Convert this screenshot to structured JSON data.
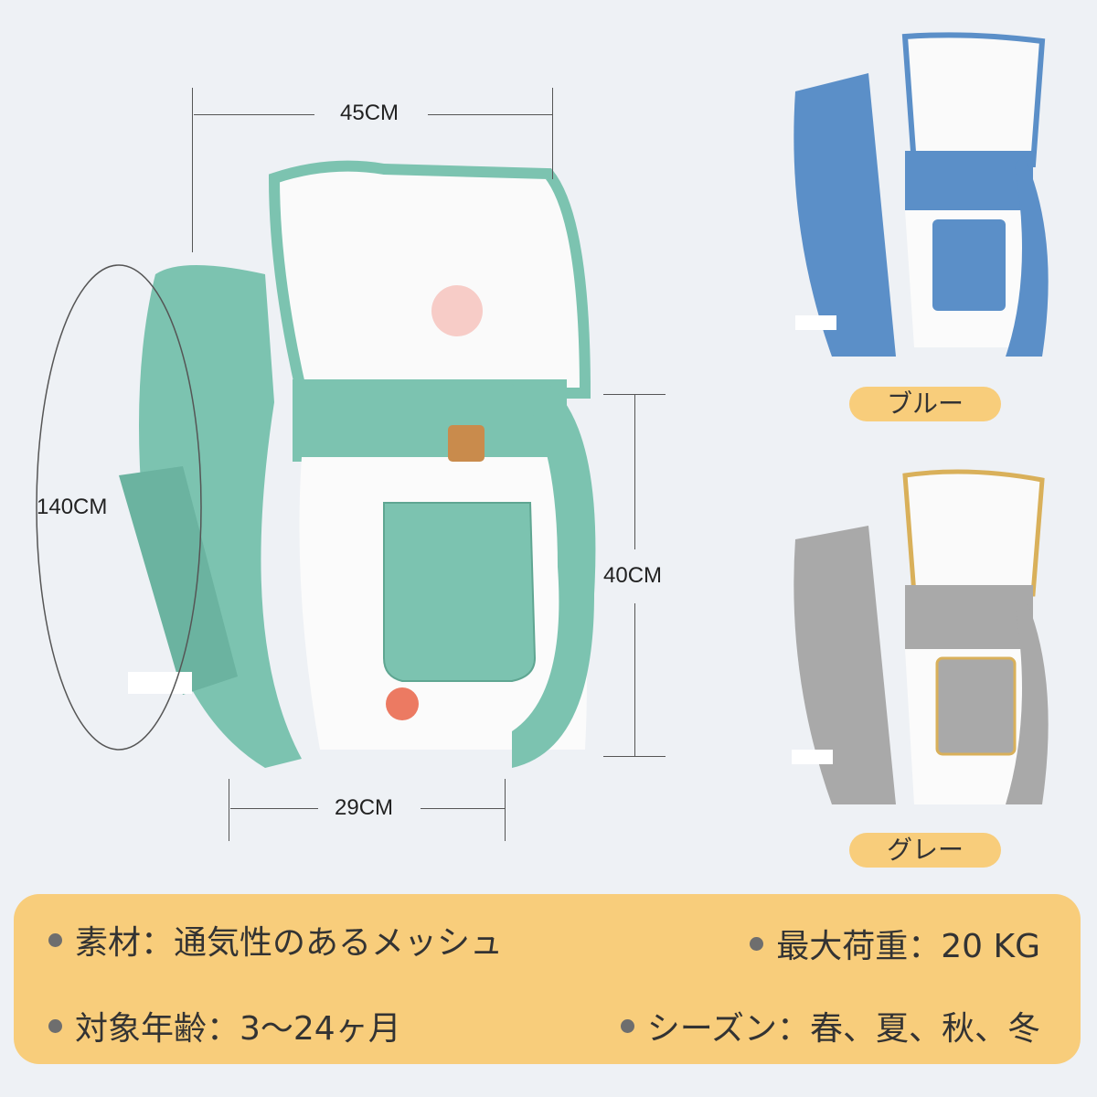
{
  "dimensions": {
    "width": "45CM",
    "strap": "140CM",
    "height": "40CM",
    "bottom": "29CM"
  },
  "variants": [
    {
      "label": "ブルー",
      "color": "#5b8fc8"
    },
    {
      "label": "グレー",
      "color": "#a9a9a9"
    }
  ],
  "main_color": "#7cc3b0",
  "specs": {
    "material": "素材：通気性のあるメッシュ",
    "max_load": "最大荷重：20 KG",
    "age": "対象年齢：3〜24ヶ月",
    "season": "シーズン：春、夏、秋、冬"
  }
}
